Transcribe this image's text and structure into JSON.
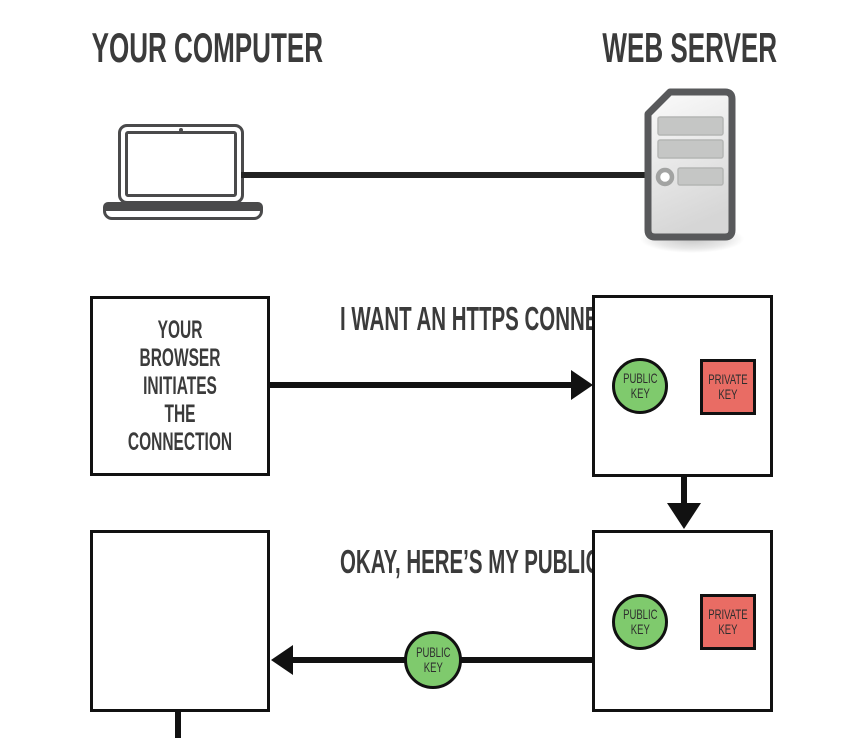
{
  "palette": {
    "ink": "#3b3b3b",
    "stroke": "#111111",
    "green": "#7fca6d",
    "red": "#e96c64",
    "device": "#4a4a4b",
    "server_outline": "#58595b",
    "slot": "#c5c6c5"
  },
  "headings": {
    "computer": "YOUR COMPUTER",
    "server": "WEB SERVER"
  },
  "icons": {
    "laptop": "laptop-icon",
    "server": "server-tower-icon"
  },
  "step1": {
    "browser_box": "YOUR BROWSER\nINITIATES THE\nCONNECTION",
    "message": "I WANT AN HTTPS CONNECTION"
  },
  "step2": {
    "message": "OKAY, HERE’S MY PUBLIC KEY"
  },
  "keys": {
    "public": "PUBLIC\nKEY",
    "private": "PRIVATE\nKEY"
  }
}
